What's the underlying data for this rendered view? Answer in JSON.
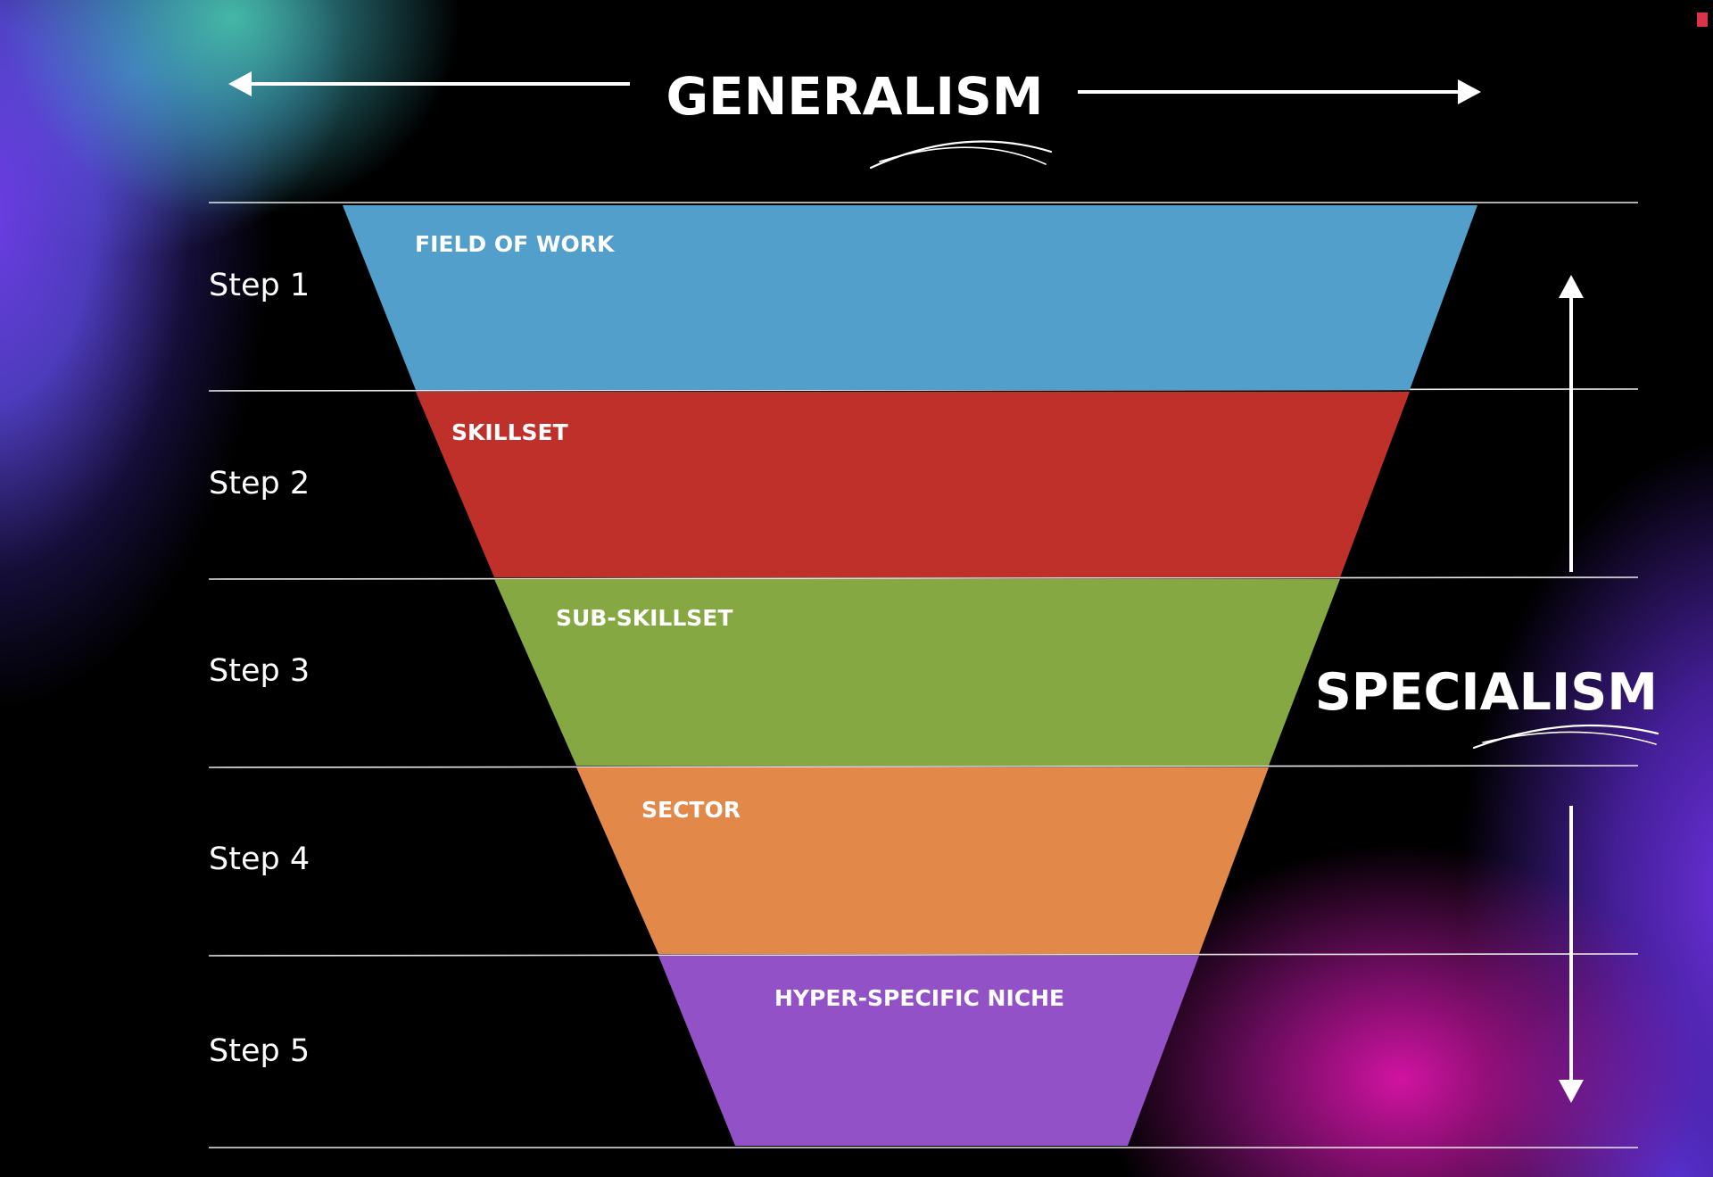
{
  "titles": {
    "generalism": "GENERALISM",
    "specialism": "SPECIALISM"
  },
  "steps": [
    {
      "label": "Step 1",
      "stage": "FIELD OF WORK",
      "color": "#519fca"
    },
    {
      "label": "Step 2",
      "stage": "SKILLSET",
      "color": "#c0302b"
    },
    {
      "label": "Step 3",
      "stage": "SUB-SKILLSET",
      "color": "#85a843"
    },
    {
      "label": "Step 4",
      "stage": "SECTOR",
      "color": "#e2894a"
    },
    {
      "label": "Step 5",
      "stage": "HYPER-SPECIFIC NICHE",
      "color": "#9251c6"
    }
  ],
  "colors": {
    "background": "#000000",
    "text": "#ffffff",
    "divider": "#e8e8e8"
  }
}
